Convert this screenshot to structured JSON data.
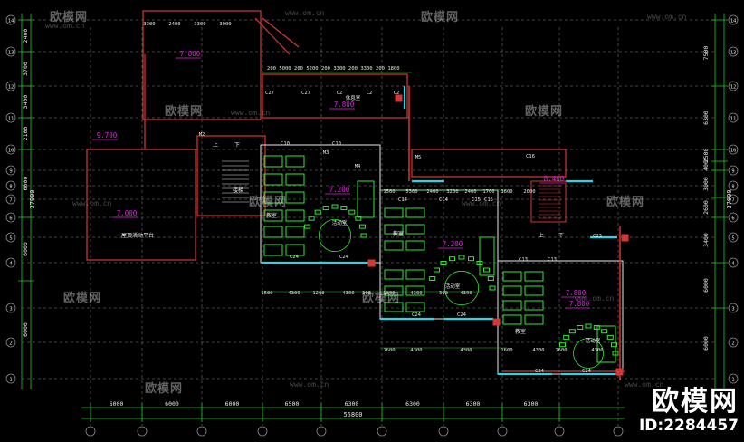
{
  "colors": {
    "background": "#000000",
    "grid": "#8a8a8a",
    "dim": "#19d019",
    "wall": "#d83636",
    "furniture": "#2fe82f",
    "level": "#e020e0",
    "window": "#20d8e8",
    "text": "#e8e8e8"
  },
  "axis_labels_left": [
    "14",
    "13",
    "12",
    "11",
    "10",
    "9",
    "8",
    "7",
    "6",
    "5",
    "4",
    "3",
    "2",
    "1"
  ],
  "axis_labels_right": [
    "14",
    "13",
    "12",
    "11",
    "10",
    "9",
    "8",
    "7",
    "6",
    "5",
    "4",
    "3",
    "2",
    "1"
  ],
  "left_spacings": [
    "2400",
    "3700",
    "3400",
    "2100",
    "6000",
    "6000",
    "6000"
  ],
  "left_total": "37900",
  "right_spacings": [
    "7500",
    "6300",
    "2500",
    "400",
    "3000",
    "2600",
    "3400",
    "6000",
    "6000"
  ],
  "right_total": "37900",
  "bottom_spacings": [
    "6000",
    "6000",
    "6000",
    "6500",
    "6300",
    "6300",
    "6300",
    "6300"
  ],
  "bottom_total": "55800",
  "rooms": {
    "activity_platform": "屋顶活动平台",
    "stairs": "楼梯",
    "classroom": "教室",
    "activity_room": "活动室",
    "rest_room": "休息室",
    "up": "上",
    "down": "下"
  },
  "levels": [
    "7.800",
    "9.700",
    "7.800",
    "7.000",
    "7.200",
    "7.200",
    "8.400",
    "7.800",
    "7.800"
  ],
  "top_dims": [
    "3300",
    "2400",
    "3300",
    "3000",
    "200",
    "5000",
    "200",
    "5200",
    "200",
    "3300",
    "200",
    "3300",
    "200",
    "1800"
  ],
  "mid_dims": [
    "1500",
    "4300",
    "1200",
    "4300",
    "300",
    "1800",
    "4300",
    "300",
    "4300"
  ],
  "right_dims": [
    "1500",
    "5300",
    "2400",
    "3200",
    "2400",
    "1700",
    "3600",
    "2000"
  ],
  "bottom_dims_row": [
    "1600",
    "4300",
    "4300",
    "1600",
    "4300",
    "1600",
    "4300"
  ],
  "window_tags": [
    "C27",
    "C27",
    "C2",
    "C2",
    "C2",
    "C10",
    "C10",
    "C13",
    "C13",
    "C14",
    "C14",
    "C15",
    "C15",
    "C16",
    "C23",
    "C24",
    "C24",
    "C24",
    "C24",
    "C24",
    "C24",
    "M2",
    "M3",
    "M4",
    "M5"
  ],
  "watermark_text": "欧模网",
  "watermark_url": "www.om.cn",
  "brand": {
    "logo": "欧模网",
    "id": "ID:2284457"
  }
}
